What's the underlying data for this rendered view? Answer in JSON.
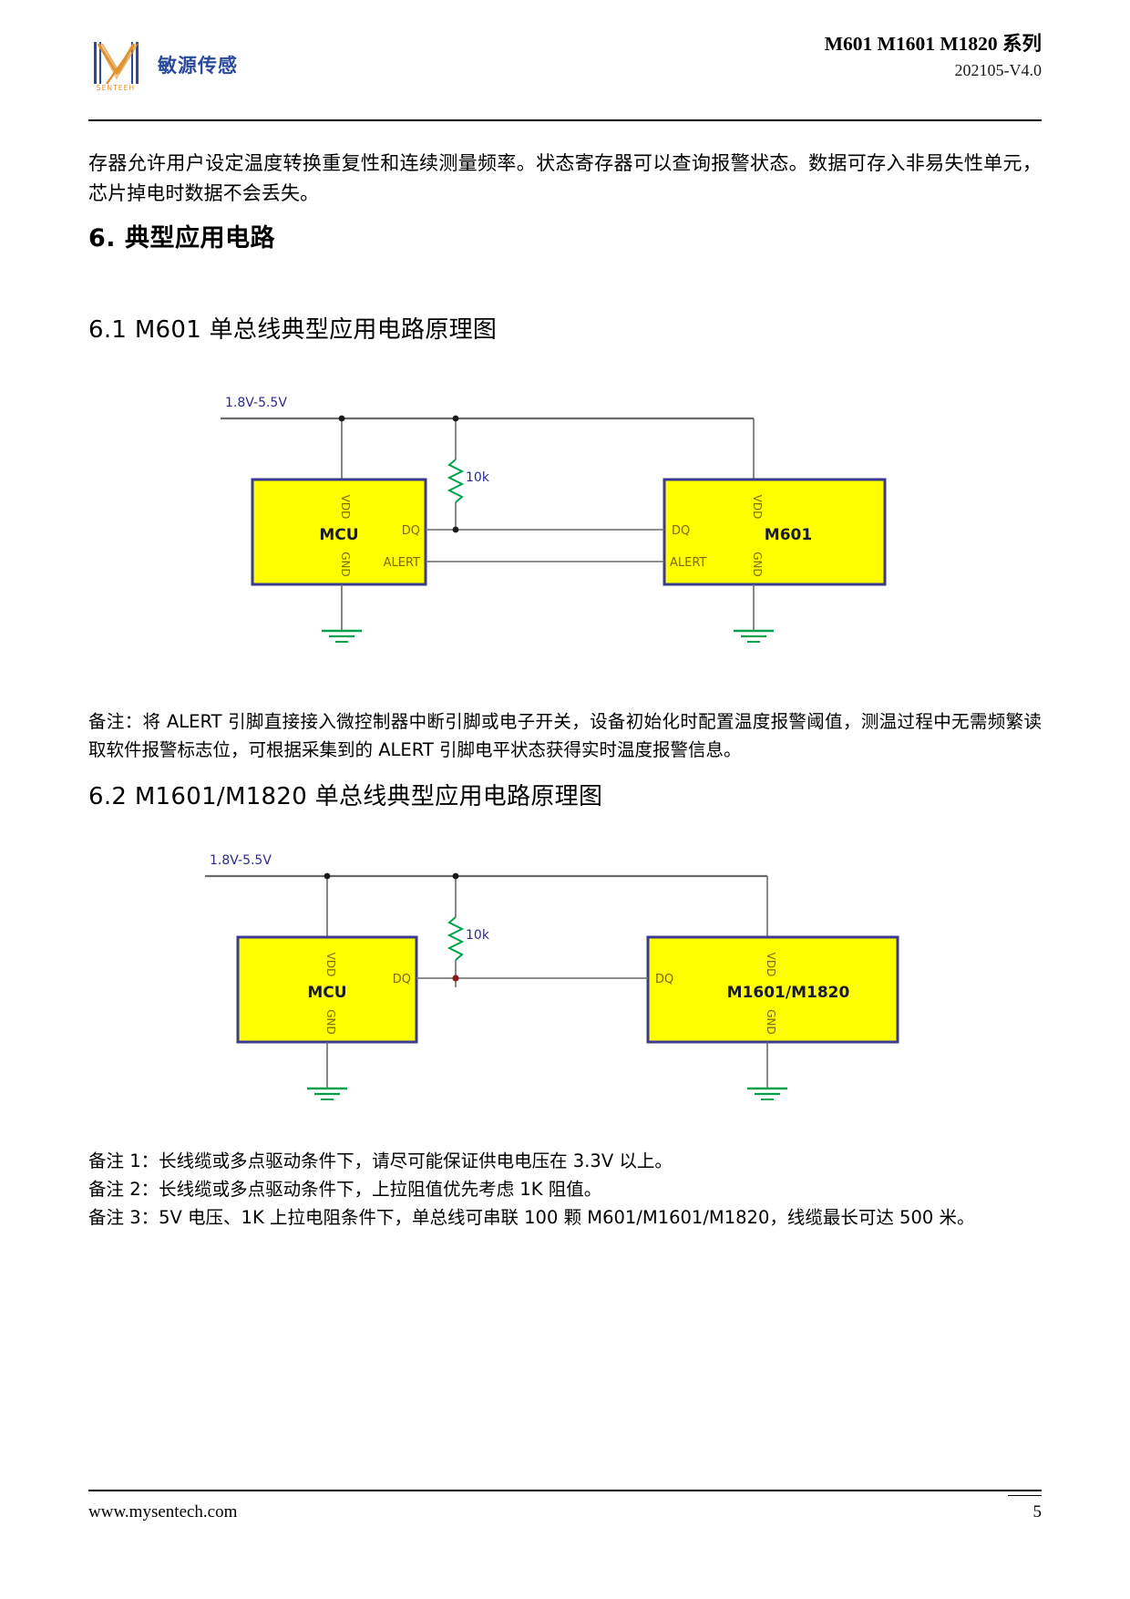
{
  "header": {
    "logo_text": "敏源传感",
    "logo_sub": "SENTEEH",
    "doc_title": "M601 M1601 M1820 系列",
    "doc_version": "202105-V4.0",
    "brand_color": "#2b4a9b",
    "accent_color": "#e0932f"
  },
  "body": {
    "intro_paragraph": "存器允许用户设定温度转换重复性和连续测量频率。状态寄存器可以查询报警状态。数据可存入非易失性单元，芯片掉电时数据不会丢失。",
    "section_6_title": "6. 典型应用电路",
    "section_61_title": "6.1 M601 单总线典型应用电路原理图",
    "section_62_title": "6.2 M1601/M1820 单总线典型应用电路原理图",
    "note_61": "备注：将 ALERT 引脚直接接入微控制器中断引脚或电子开关，设备初始化时配置温度报警阈值，测温过程中无需频繁读取软件报警标志位，可根据采集到的 ALERT 引脚电平状态获得实时温度报警信息。",
    "notes_62": [
      {
        "label": "备注 1：",
        "text": "长线缆或多点驱动条件下，请尽可能保证供电电压在 3.3V 以上。"
      },
      {
        "label": "备注 2：",
        "text": "长线缆或多点驱动条件下，上拉阻值优先考虑 1K 阻值。"
      },
      {
        "label": "备注 3：",
        "text": "5V 电压、1K 上拉电阻条件下，单总线可串联 100 颗 M601/M1601/M1820，线缆最长可达 500 米。"
      }
    ]
  },
  "schematic_1": {
    "supply_label": "1.8V-5.5V",
    "resistor_label": "10k",
    "left_chip_label": "MCU",
    "right_chip_label": "M601",
    "left_pins": {
      "vdd": "VDD",
      "gnd": "GND",
      "dq": "DQ",
      "alert": "ALERT"
    },
    "right_pins": {
      "vdd": "VDD",
      "gnd": "GND",
      "dq": "DQ",
      "alert": "ALERT"
    },
    "chip_fill": "#ffff00",
    "chip_stroke": "#3b3b8f",
    "wire_color": "#6b6b6b",
    "pin_text_color": "#7a6a00",
    "ground_color": "#00a14b"
  },
  "schematic_2": {
    "supply_label": "1.8V-5.5V",
    "resistor_label": "10k",
    "left_chip_label": "MCU",
    "right_chip_label": "M1601/M1820",
    "left_pins": {
      "vdd": "VDD",
      "gnd": "GND",
      "dq": "DQ"
    },
    "right_pins": {
      "vdd": "VDD",
      "gnd": "GND",
      "dq": "DQ"
    },
    "chip_fill": "#ffff00",
    "chip_stroke": "#3b3b8f",
    "wire_color": "#6b6b6b",
    "pin_text_color": "#7a6a00",
    "ground_color": "#00a14b"
  },
  "footer": {
    "website": "www.mysentech.com",
    "page_number": "5"
  }
}
